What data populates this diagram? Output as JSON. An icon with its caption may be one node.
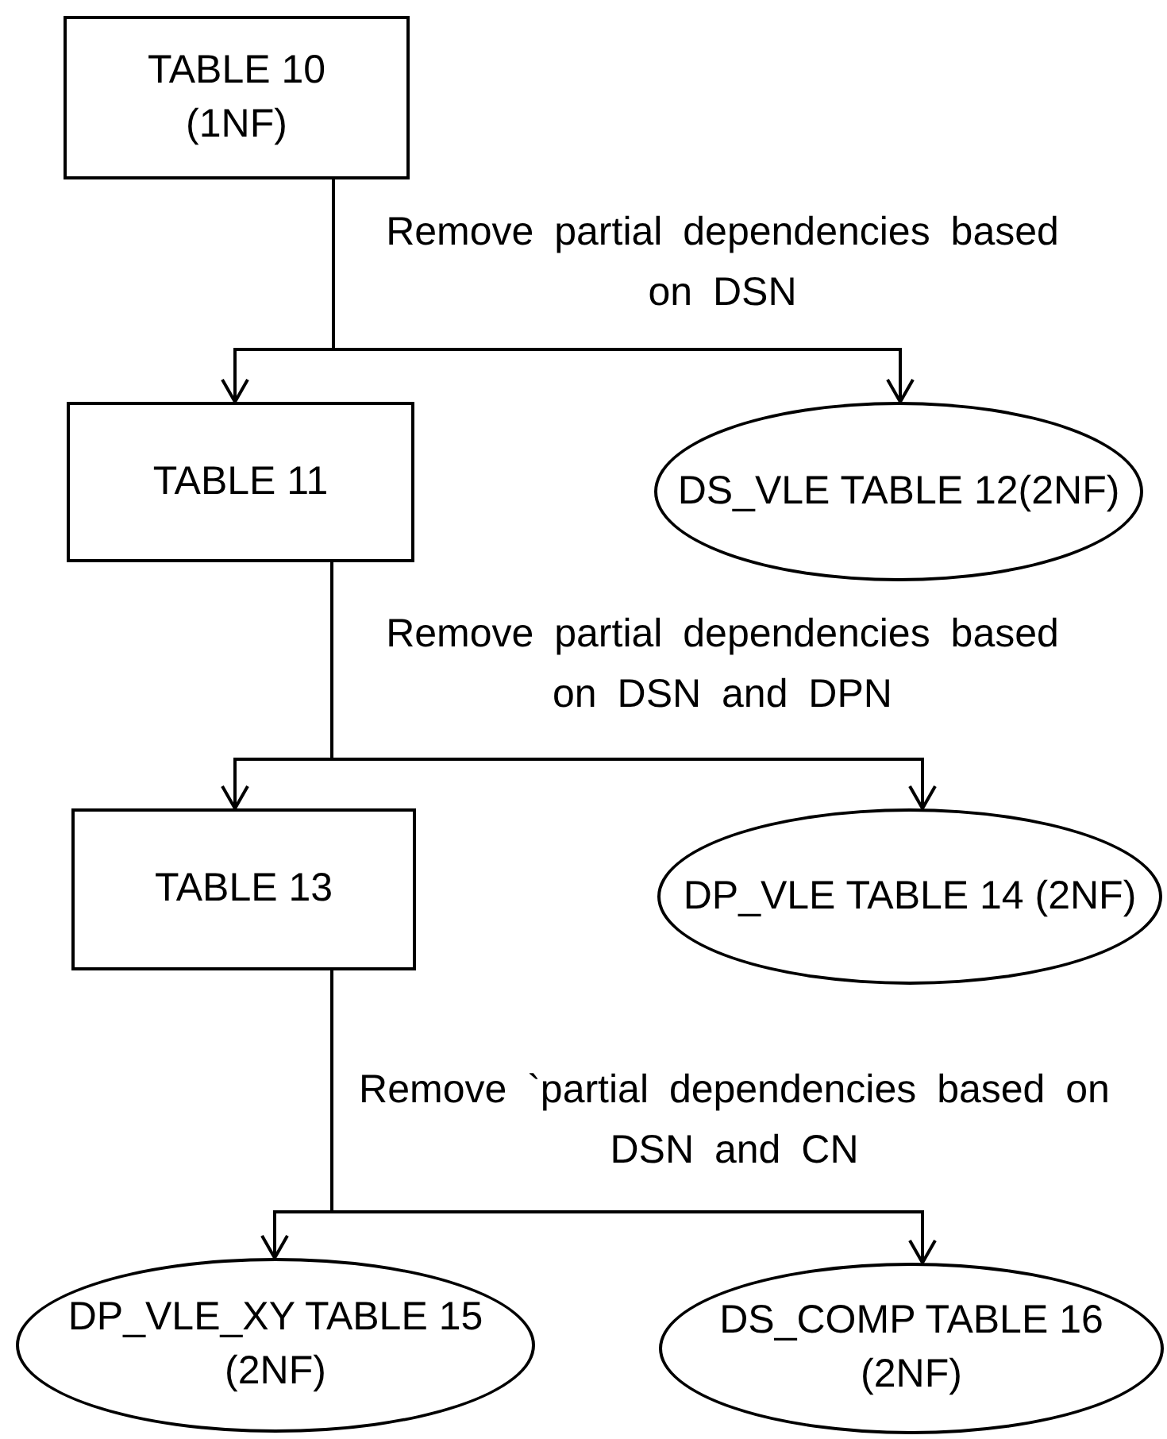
{
  "diagram": {
    "nodes": [
      {
        "text": [
          "TABLE 10 (1NF)"
        ]
      },
      {
        "text": [
          "TABLE 11"
        ]
      },
      {
        "text": [
          "DS_VLE TABLE 12(2NF)"
        ]
      },
      {
        "text": [
          "TABLE 13"
        ]
      },
      {
        "text": [
          "DP_VLE TABLE 14 (2NF)"
        ]
      },
      {
        "text": [
          "DP_VLE_XY TABLE 15 (2NF)"
        ]
      },
      {
        "text": [
          "DS_COMP TABLE 16 (2NF)"
        ]
      }
    ],
    "edges": [
      {
        "from": 0,
        "to": 1,
        "arrow": "to",
        "label": "Remove partial dependencies based on DSN"
      },
      {
        "from": 0,
        "to": 2,
        "arrow": "to"
      },
      {
        "from": 1,
        "to": 3,
        "arrow": "to",
        "label": "Remove partial dependencies based on DSN and DPN"
      },
      {
        "from": 1,
        "to": 4,
        "arrow": "to"
      },
      {
        "from": 3,
        "to": 5,
        "arrow": "to",
        "label": "Remove `partial dependencies based on DSN and CN"
      },
      {
        "from": 3,
        "to": 6,
        "arrow": "to"
      }
    ]
  }
}
